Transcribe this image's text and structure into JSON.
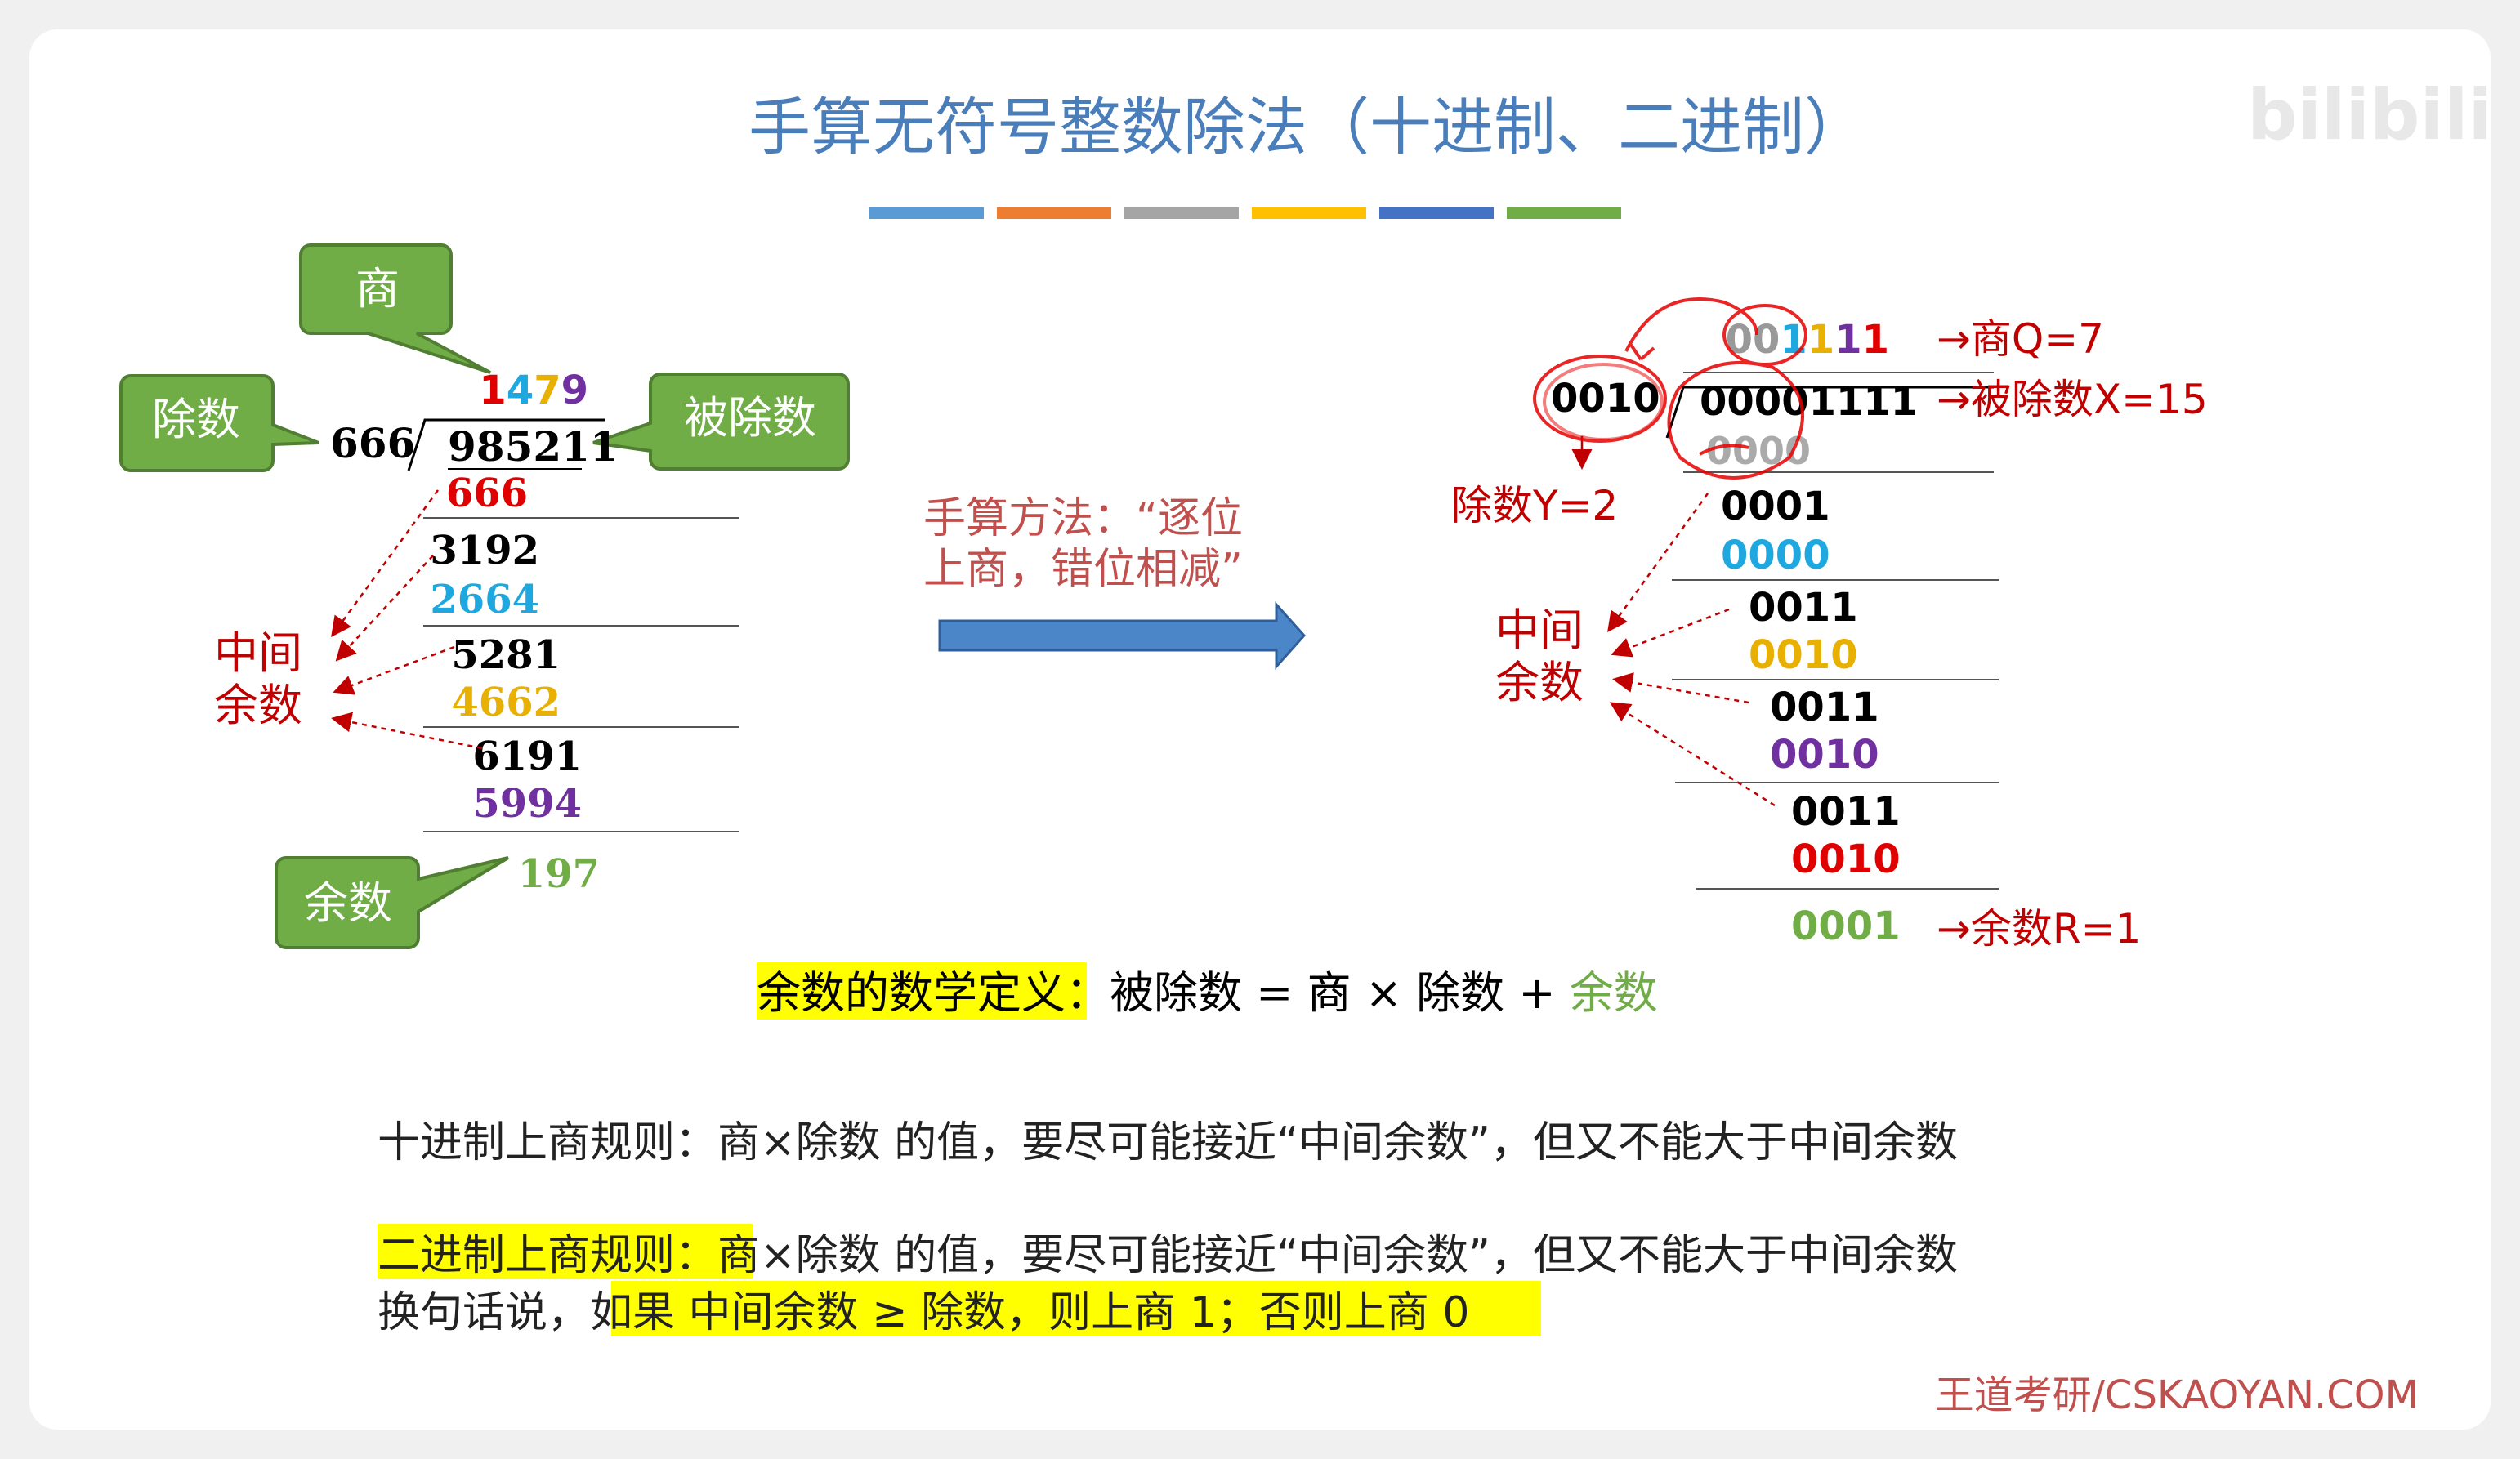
{
  "title": "手算无符号整数除法（十进制、二进制）",
  "watermark": "bilibili",
  "title_bar_colors": [
    "#5b9bd5",
    "#ed7d31",
    "#a5a5a5",
    "#ffc000",
    "#4472c4",
    "#70ad47"
  ],
  "decimal": {
    "callout_quotient": "商",
    "callout_divisor": "除数",
    "callout_dividend": "被除数",
    "callout_remainder": "余数",
    "divisor": "666",
    "quotient_digits": [
      {
        "d": "1",
        "color": "#e00000"
      },
      {
        "d": "4",
        "color": "#1fa8e0"
      },
      {
        "d": "7",
        "color": "#e8b000"
      },
      {
        "d": "9",
        "color": "#7030a0"
      }
    ],
    "dividend": "985211",
    "steps": [
      {
        "text": "666",
        "color": "#e00000"
      },
      {
        "text": "3192",
        "color": "#000000"
      },
      {
        "text": "2664",
        "color": "#1fa8e0"
      },
      {
        "text": "5281",
        "color": "#000000"
      },
      {
        "text": "4662",
        "color": "#e8b000"
      },
      {
        "text": "6191",
        "color": "#000000"
      },
      {
        "text": "5994",
        "color": "#7030a0"
      },
      {
        "text": "197",
        "color": "#70ad47"
      }
    ],
    "mid_label_1": "中间",
    "mid_label_2": "余数"
  },
  "method": {
    "line1": "手算方法：“逐位",
    "line2": "上商，错位相减”"
  },
  "binary": {
    "quotient_digits": [
      {
        "d": "0",
        "color": "#999999"
      },
      {
        "d": "0",
        "color": "#999999"
      },
      {
        "d": "1",
        "color": "#1fa8e0"
      },
      {
        "d": "1",
        "color": "#e8b000"
      },
      {
        "d": "1",
        "color": "#7030a0"
      },
      {
        "d": "1",
        "color": "#e00000"
      }
    ],
    "quotient_label": "→商Q=7",
    "divisor": "0010",
    "dividend": "00001111",
    "dividend_label": "→被除数X=15",
    "divisor_label": "除数Y=2",
    "first_sub": "0000",
    "steps": [
      {
        "text": "0001",
        "color": "#000000"
      },
      {
        "text": "0000",
        "color": "#1fa8e0"
      },
      {
        "text": "0011",
        "color": "#000000"
      },
      {
        "text": "0010",
        "color": "#e8b000"
      },
      {
        "text": "0011",
        "color": "#000000"
      },
      {
        "text": "0010",
        "color": "#7030a0"
      },
      {
        "text": "0011",
        "color": "#000000"
      },
      {
        "text": "0010",
        "color": "#e00000"
      },
      {
        "text": "0001",
        "color": "#70ad47"
      }
    ],
    "remainder_label": "→余数R=1",
    "mid_label_1": "中间",
    "mid_label_2": "余数"
  },
  "definition": {
    "highlight": "余数的数学定义",
    "colon": "：",
    "formula": "被除数 = 商 × 除数 + ",
    "tail": "余数"
  },
  "rules": {
    "decimal_rule": "十进制上商规则：商×除数 的值，要尽可能接近“中间余数”，但又不能大于中间余数",
    "binary_rule_highlight": "二进制上商规则：",
    "binary_rule_rest": "商×除数 的值，要尽可能接近“中间余数”，但又不能大于中间余数",
    "line3_prefix": "换句话说，",
    "line3_highlight": "如果 中间余数 ≥ 除数，则上商 1；否则上商 0"
  },
  "footer": "王道考研/CSKAOYAN.COM"
}
